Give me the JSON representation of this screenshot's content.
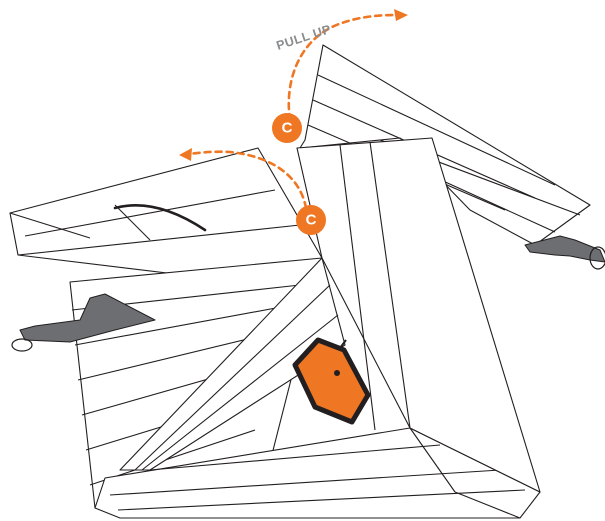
{
  "callout": {
    "text": "PULL UP"
  },
  "markers": [
    {
      "label": "C"
    },
    {
      "label": "C"
    }
  ],
  "colors": {
    "accent": "#ef7622",
    "outline": "#231f20",
    "strap": "#6d6e71",
    "callout_text": "#8a8c8e"
  },
  "icons": {
    "pull_arrow": "dashed-curved-arrow-icon"
  }
}
